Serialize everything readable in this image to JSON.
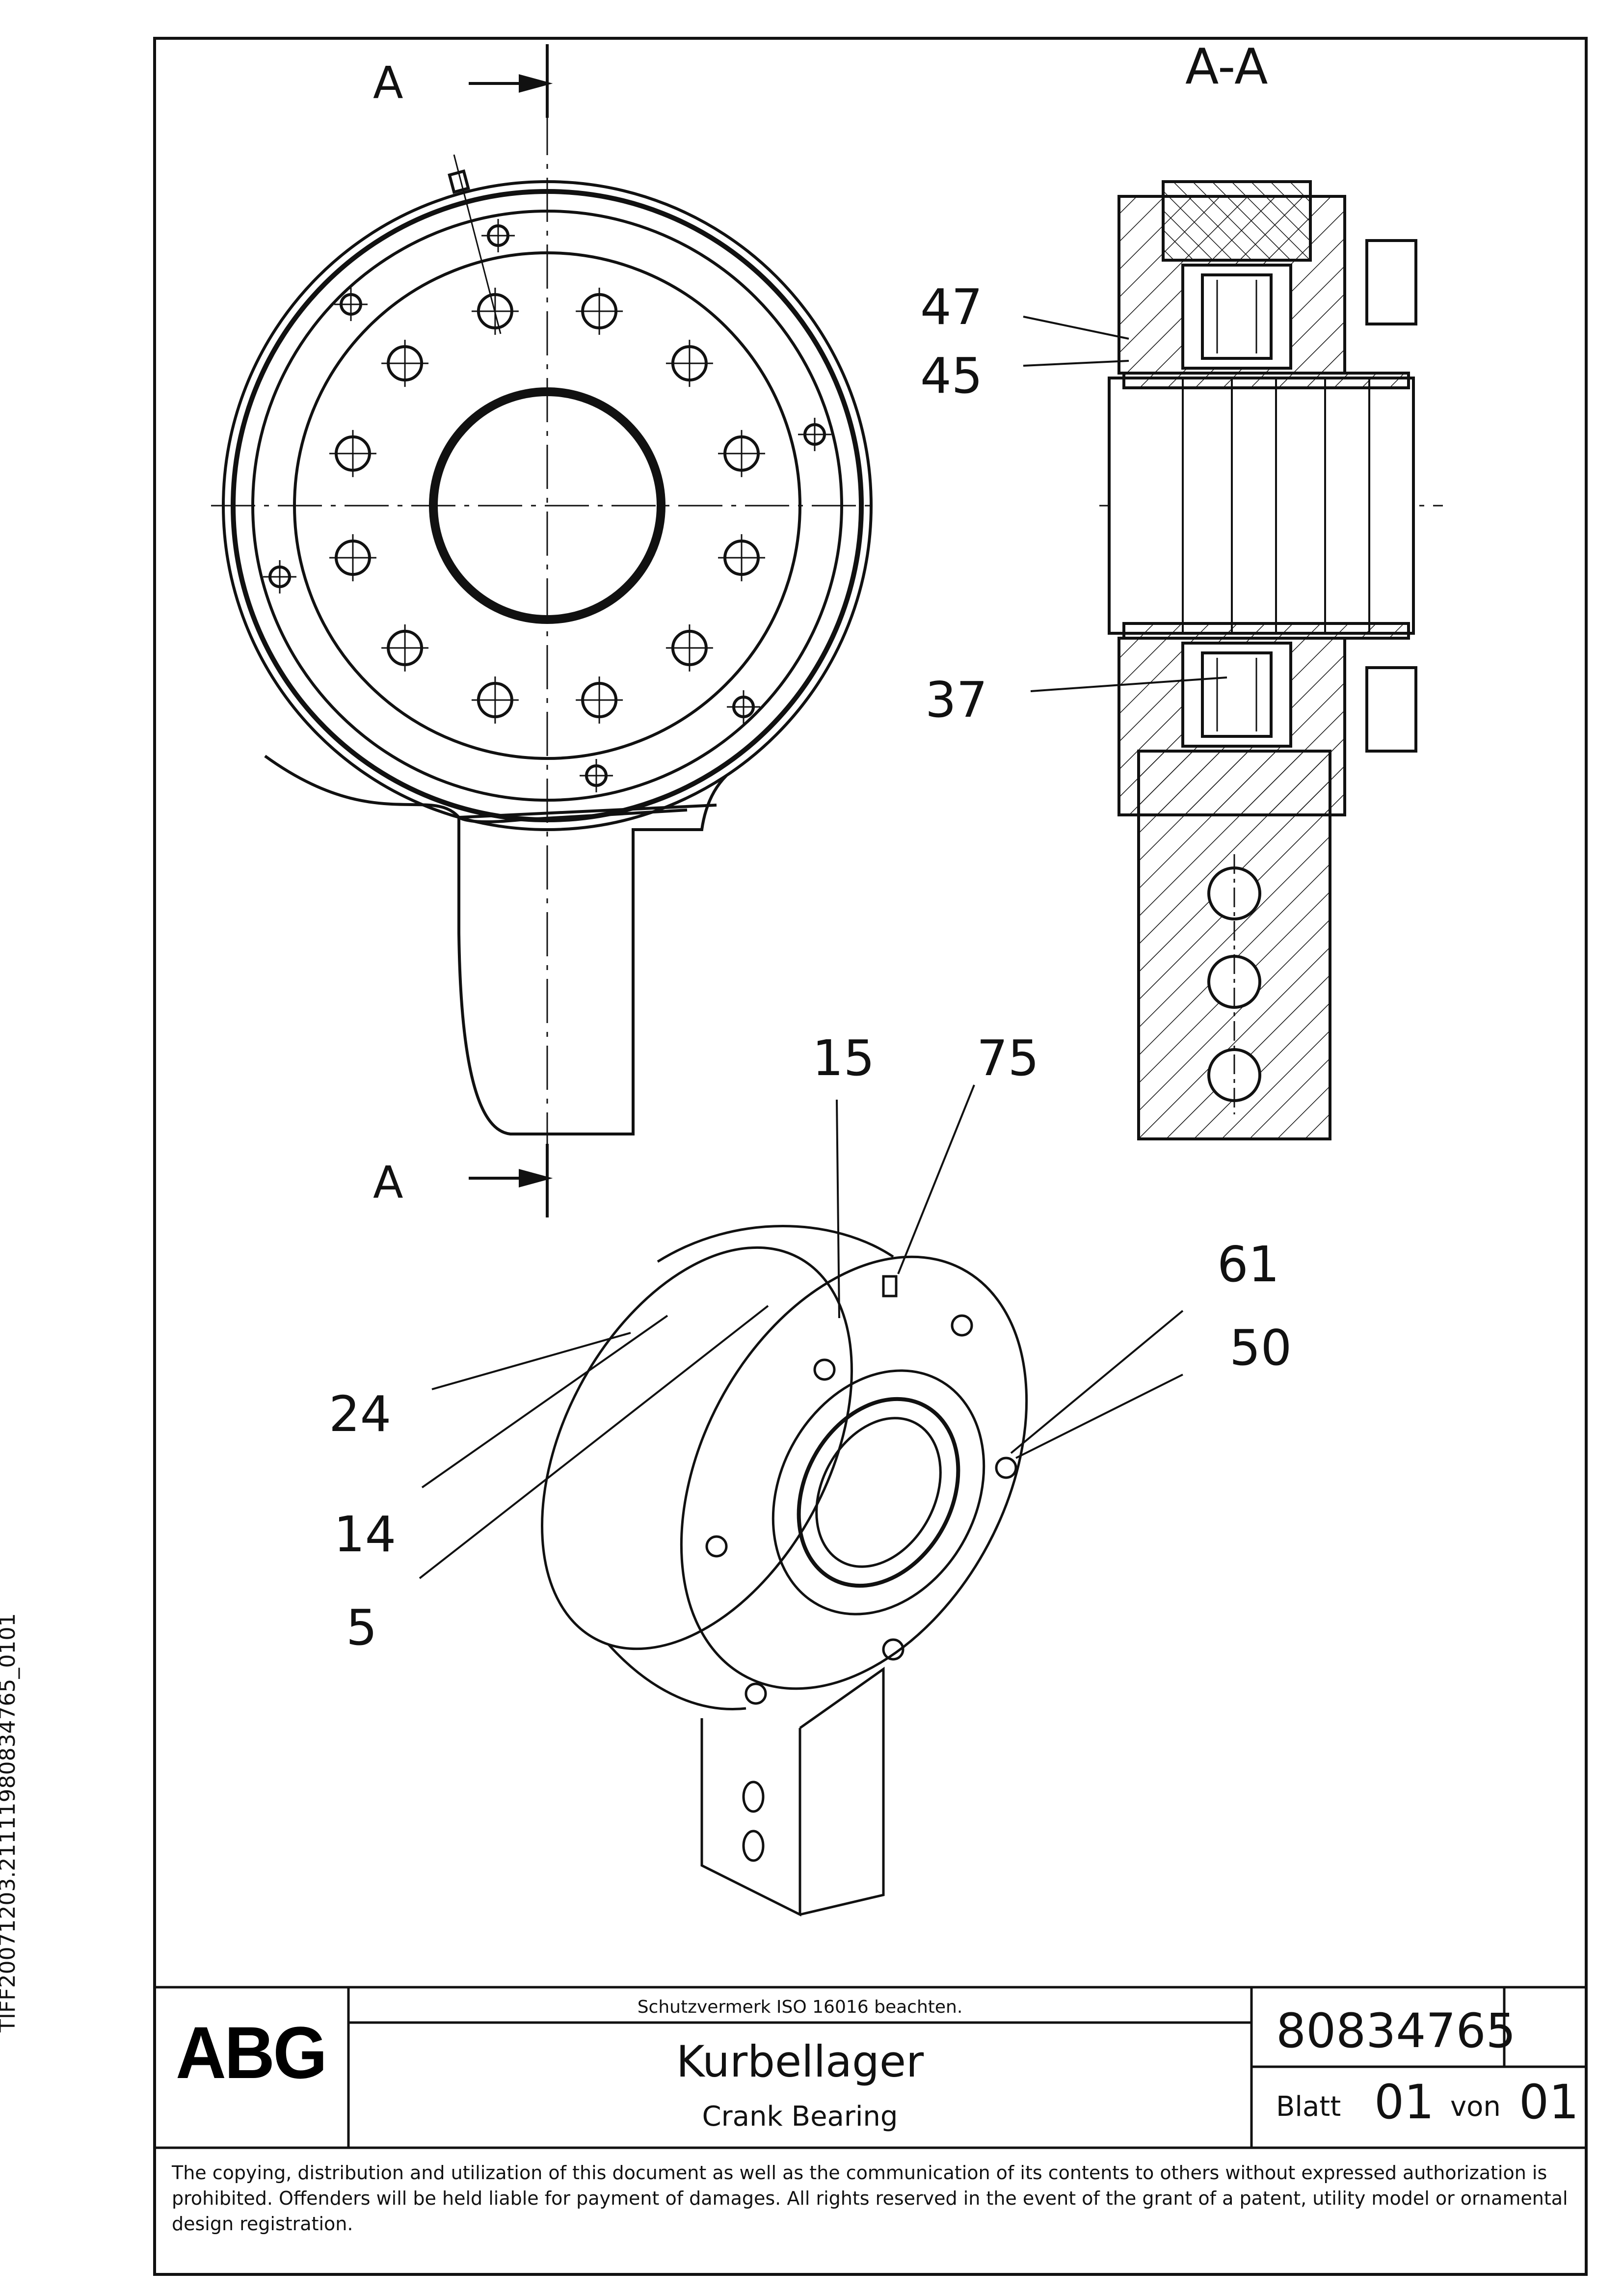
{
  "drawing": {
    "section_mark_top": "A",
    "section_mark_bottom": "A",
    "section_title": "A-A",
    "callouts": {
      "c47": "47",
      "c45": "45",
      "c37": "37",
      "c15": "15",
      "c75": "75",
      "c61": "61",
      "c50": "50",
      "c24": "24",
      "c14": "14",
      "c5": "5"
    }
  },
  "title_block": {
    "logo_text": "ABG",
    "protection_note": "Schutzvermerk ISO 16016 beachten.",
    "title_de": "Kurbellager",
    "title_en": "Crank Bearing",
    "drawing_number": "80834765",
    "sheet_label": "Blatt",
    "sheet_number": "01",
    "of_label": "von",
    "sheet_total": "01",
    "copyright": "The copying, distribution and utilization of this document as well as the communication of its contents to others without expressed authorization is prohibited. Offenders will be held liable for payment of damages. All rights reserved in the event of the grant of a patent, utility model or ornamental design registration."
  },
  "side_text": "TIFF20071203.21111980834765_0101"
}
